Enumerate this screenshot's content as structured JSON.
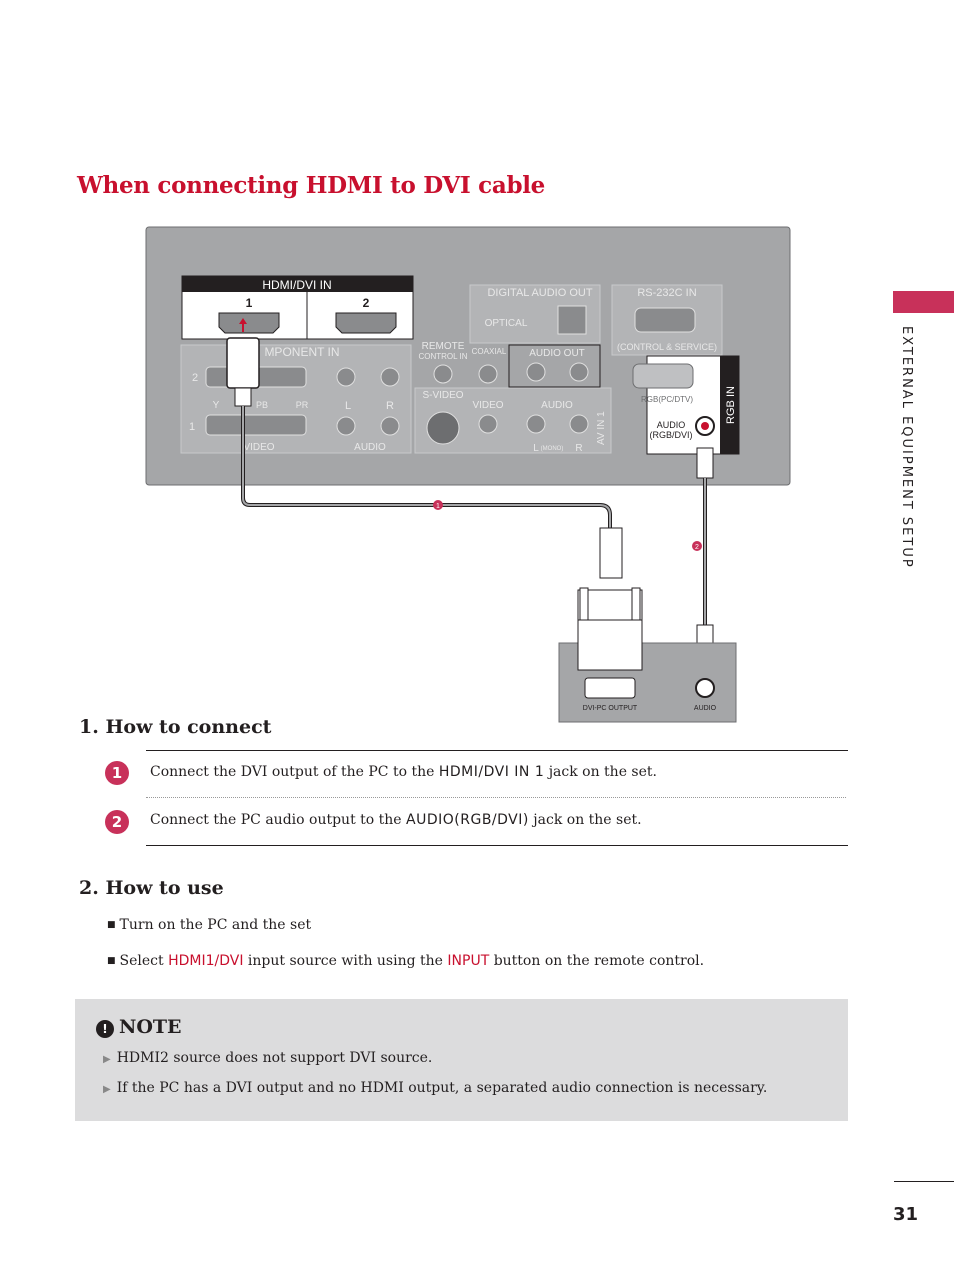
{
  "title": "When connecting HDMI to DVI cable",
  "side_label": "EXTERNAL EQUIPMENT SETUP",
  "page_number": "31",
  "diagram": {
    "hdmi_dvi_in": "HDMI/DVI IN",
    "port1": "1",
    "port2": "2",
    "component_in": "MPONENT IN",
    "row2": "2",
    "row1": "1",
    "y": "Y",
    "pb": "PB",
    "pr": "PR",
    "l": "L",
    "r": "R",
    "video": "VIDEO",
    "audio": "AUDIO",
    "remote1": "REMOTE",
    "remote2": "CONTROL IN",
    "svideo": "S-VIDEO",
    "digital_audio_out": "DIGITAL AUDIO OUT",
    "optical": "OPTICAL",
    "coaxial": "COAXIAL",
    "audio_out": "AUDIO OUT",
    "rs232c": "RS-232C IN",
    "control_service": "(CONTROL & SERVICE)",
    "video2": "VIDEO",
    "audio2": "AUDIO",
    "l_mono": "L",
    "mono": "(MONO)",
    "r2": "R",
    "av_in": "AV IN 1",
    "rgb_pc_dtv": "RGB(PC/DTV)",
    "audio_rgb_dvi_1": "AUDIO",
    "audio_rgb_dvi_2": "(RGB/DVI)",
    "rgb_in": "RGB IN",
    "dvi_pc_output": "DVI-PC OUTPUT",
    "pc_audio": "AUDIO",
    "callout1": "1",
    "callout2": "2"
  },
  "how_to_connect": {
    "heading": "1. How to connect",
    "steps": [
      {
        "num": "1",
        "pre": "Connect the DVI output of the PC to the ",
        "key": "HDMI/DVI IN 1",
        "post": " jack on the set."
      },
      {
        "num": "2",
        "pre": "Connect the PC audio output to the ",
        "key": "AUDIO(RGB/DVI)",
        "post": " jack on the set."
      }
    ]
  },
  "how_to_use": {
    "heading": "2. How to use",
    "bullet": "■",
    "item1": "Turn on the PC and the set",
    "item2_pre": "Select ",
    "item2_key1": "HDMI1/DVI",
    "item2_mid": " input source with using the ",
    "item2_key2": "INPUT",
    "item2_post": " button on the remote control."
  },
  "note": {
    "icon": "!",
    "title": "NOTE",
    "lines": [
      "HDMI2 source does not support DVI source.",
      "If the PC has a DVI output and no HDMI output, a separated audio connection is necessary."
    ]
  },
  "colors": {
    "accent": "#c8102e",
    "tab": "#c8315a",
    "panel": "#a5a6a8",
    "note_bg": "#dcdcdd"
  }
}
